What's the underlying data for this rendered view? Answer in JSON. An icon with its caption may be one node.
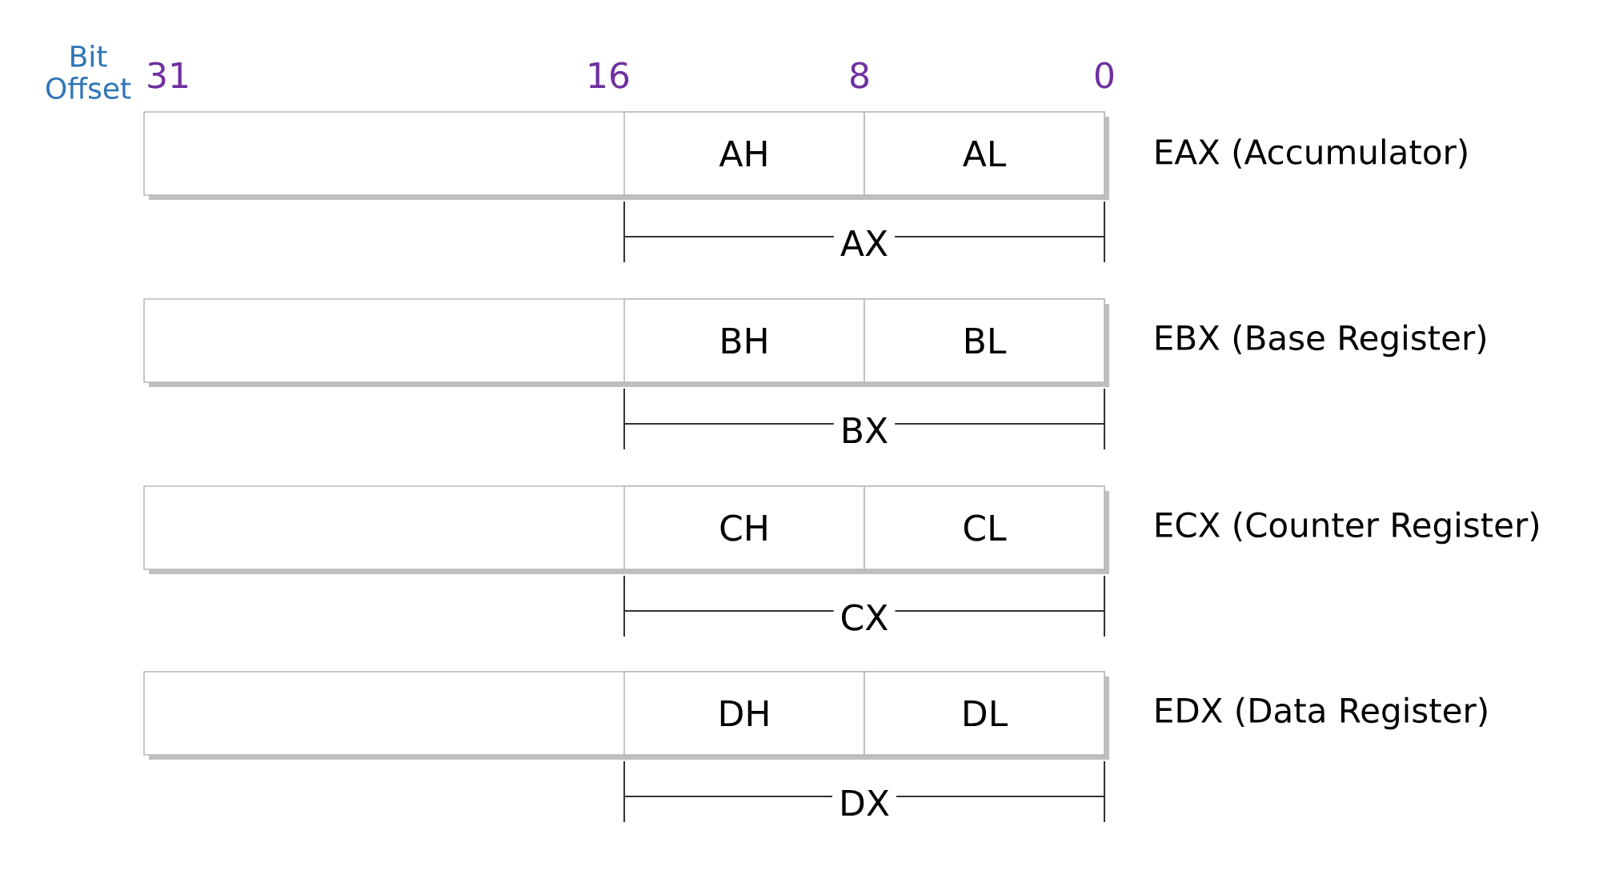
{
  "diagram": {
    "nodes": [
      {
        "text": [],
        "shape": "box",
        "beside": [
          "EAX (Accumulator)"
        ]
      },
      {
        "text": [
          "AH"
        ],
        "in": 0
      },
      {
        "text": [
          "AL"
        ],
        "in": 0
      },
      {
        "text": [],
        "shape": "box",
        "beside": [
          "EBX (Base Register)"
        ]
      },
      {
        "text": [
          "BH"
        ],
        "in": 3
      },
      {
        "text": [
          "BL"
        ],
        "in": 3
      },
      {
        "text": [],
        "shape": "box",
        "beside": [
          "ECX (Counter Register)"
        ]
      },
      {
        "text": [
          "CH"
        ],
        "in": 6
      },
      {
        "text": [
          "CL"
        ],
        "in": 6
      },
      {
        "text": [],
        "shape": "box",
        "beside": [
          "EDX (Data Register)"
        ]
      },
      {
        "text": [
          "DH"
        ],
        "in": 9
      },
      {
        "text": [
          "DL"
        ],
        "in": 9
      }
    ],
    "labels": [
      "Bit Offset",
      "31",
      "16",
      "8",
      "0",
      "AX",
      "BX",
      "CX",
      "DX"
    ]
  }
}
